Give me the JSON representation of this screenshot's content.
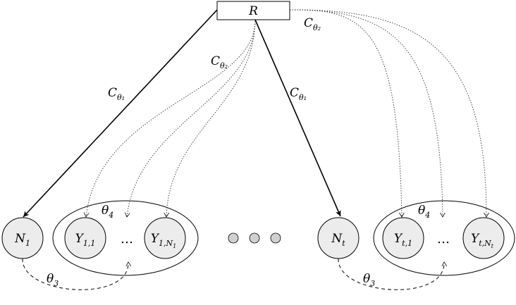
{
  "root": {
    "label": "R"
  },
  "edges": {
    "solid_left": {
      "main": "C",
      "sub": "θ₁"
    },
    "solid_right": {
      "main": "C",
      "sub": "θ₁"
    },
    "dotted_left": {
      "main": "C",
      "sub": "θ₂"
    },
    "dotted_right": {
      "main": "C",
      "sub": "θ₂"
    }
  },
  "groups": [
    {
      "n_node": {
        "main": "N",
        "sub": "1"
      },
      "plate": {
        "main": "θ",
        "sub": "4"
      },
      "first_y": {
        "main": "Y",
        "sub": "1,1"
      },
      "ellipsis": "…",
      "last_y": {
        "main": "Y",
        "sub": "1,N",
        "subsub": "1"
      },
      "dashed": {
        "main": "θ",
        "sub": "3"
      }
    },
    {
      "n_node": {
        "main": "N",
        "sub": "t"
      },
      "plate": {
        "main": "θ",
        "sub": "4"
      },
      "first_y": {
        "main": "Y",
        "sub": "t,1"
      },
      "ellipsis": "…",
      "last_y": {
        "main": "Y",
        "sub": "t,N",
        "subsub": "t"
      },
      "dashed": {
        "main": "θ",
        "sub": "3"
      }
    }
  ],
  "colors": {
    "node_fill": "#ececec",
    "dots_fill": "#d0d0d0",
    "stroke": "#000000"
  }
}
